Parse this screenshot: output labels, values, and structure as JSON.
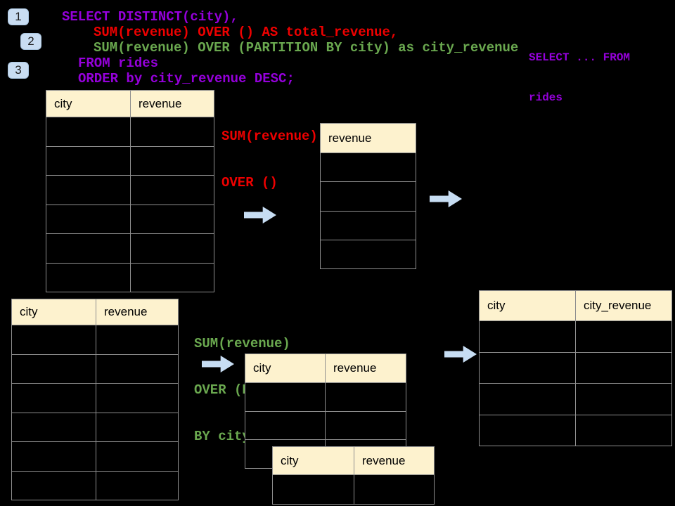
{
  "badges": [
    "1",
    "2",
    "3"
  ],
  "code": {
    "lines": [
      "SELECT DISTINCT(city),",
      "SUM(revenue) OVER () AS total_revenue,",
      "SUM(revenue) OVER (PARTITION BY city) as city_revenue",
      "FROM rides",
      "ORDER by city_revenue DESC;"
    ]
  },
  "side_note": {
    "lines": [
      "SELECT ... FROM",
      "rides"
    ]
  },
  "annotations": {
    "total_revenue": {
      "lines": [
        "SUM(revenue)",
        "OVER ()"
      ]
    },
    "partition": {
      "lines": [
        "SUM(revenue)",
        "OVER (PARTITION",
        "BY city)"
      ]
    }
  },
  "tables": {
    "source_top": {
      "headers": [
        "city",
        "revenue"
      ]
    },
    "total_result": {
      "headers": [
        "revenue"
      ]
    },
    "source_bottom": {
      "headers": [
        "city",
        "revenue"
      ]
    },
    "partition_mid": {
      "headers": [
        "city",
        "revenue"
      ]
    },
    "partition_front": {
      "headers": [
        "city",
        "revenue"
      ]
    },
    "city_revenue_result": {
      "headers": [
        "city",
        "city_revenue"
      ]
    }
  },
  "colors": {
    "background": "#000000",
    "keyword_purple": "#9500DB",
    "total_red": "#EE0000",
    "partition_green": "#6AA84F",
    "header_fill": "#FDF2CE",
    "table_border": "#8F8F8F",
    "arrow_blue": "#C7DDF3",
    "badge_blue": "#C9DDF2"
  }
}
